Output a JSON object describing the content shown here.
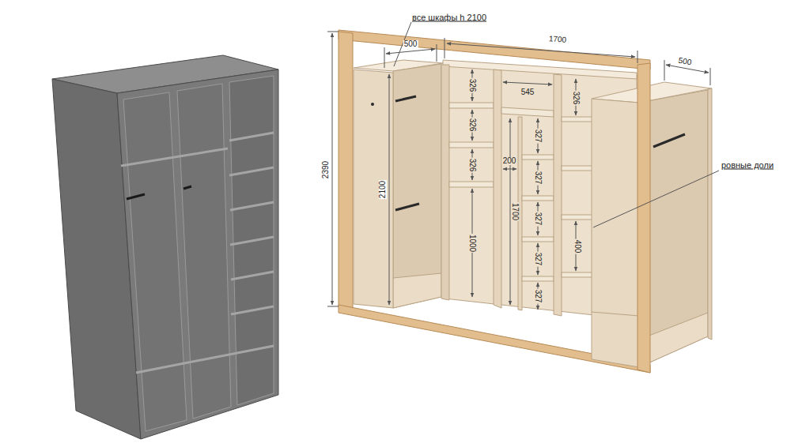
{
  "diagram": {
    "labels": [
      "все шкафы h 2100",
      "1700",
      "500",
      "500",
      "545",
      "326",
      "326",
      "326",
      "327",
      "326",
      "200",
      "327",
      "2390",
      "2100",
      "1700",
      "327",
      "ровные доли",
      "1000",
      "400",
      "327",
      "327"
    ]
  }
}
